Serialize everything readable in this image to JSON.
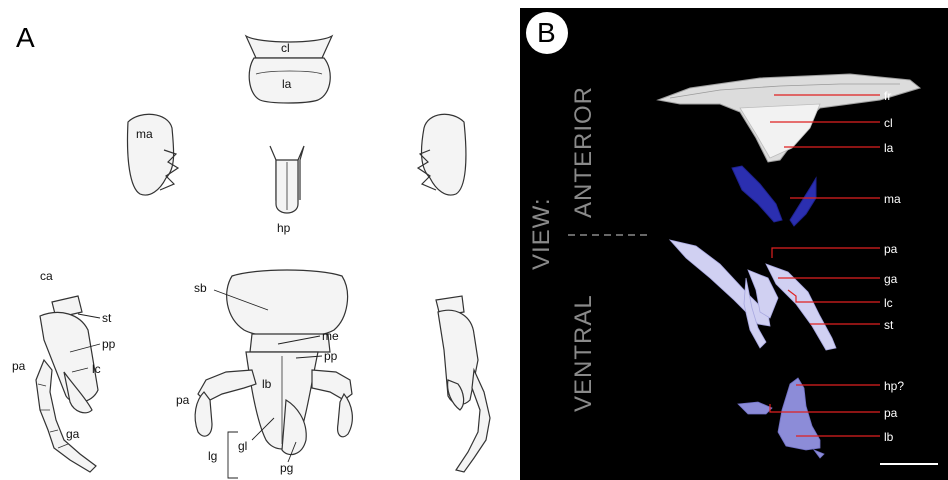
{
  "panel_a": {
    "letter": "A",
    "labels": {
      "cl": "cl",
      "la": "la",
      "ma": "ma",
      "hp": "hp",
      "ca": "ca",
      "st": "st",
      "pp_left": "pp",
      "lc": "lc",
      "pa_left": "pa",
      "ga": "ga",
      "sb": "sb",
      "me": "me",
      "pp_center": "pp",
      "lb": "lb",
      "pa_center": "pa",
      "gl": "gl",
      "lg": "lg",
      "pg": "pg"
    }
  },
  "panel_b": {
    "letter": "B",
    "view_label": "VIEW:",
    "anterior_label": "ANTERIOR",
    "ventral_label": "VENTRAL",
    "labels": {
      "fr": "fr",
      "cl": "cl",
      "la": "la",
      "ma": "ma",
      "pa": "pa",
      "ga": "ga",
      "lc": "lc",
      "st": "st",
      "hp": "hp?",
      "pa2": "pa",
      "lb": "lb"
    },
    "colors": {
      "leader_line": "#e02020",
      "anterior_model": "#e8e8e8",
      "mandible_model": "#2b2fb0",
      "maxilla_model": "#c8c8f0",
      "labium_model": "#8c8cd8"
    }
  }
}
